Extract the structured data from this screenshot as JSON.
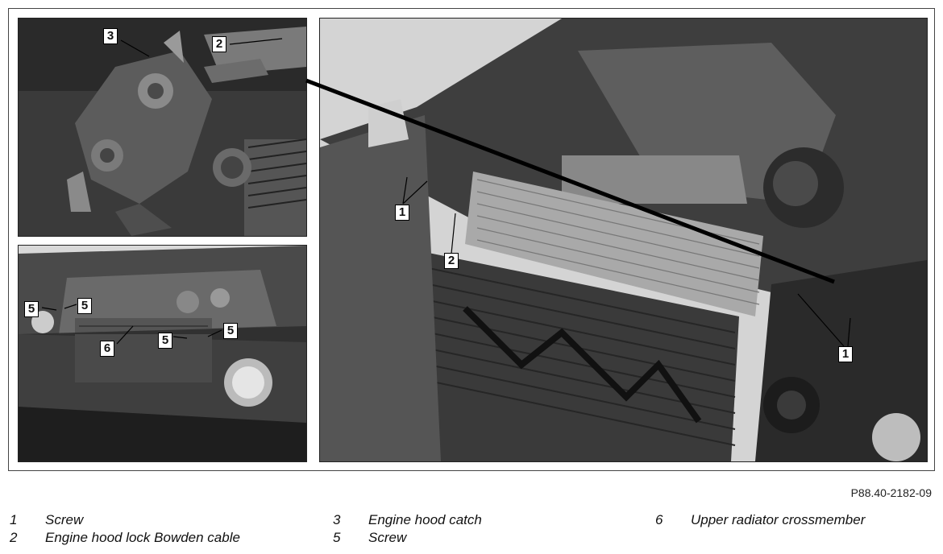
{
  "callouts": {
    "c3": "3",
    "c2a": "2",
    "c5a": "5",
    "c5b": "5",
    "c6": "6",
    "c5c": "5",
    "c5d": "5",
    "c1a": "1",
    "c2b": "2",
    "c1b": "1"
  },
  "figure_ref": "P88.40-2182-09",
  "legend": {
    "col1": [
      {
        "num": "1",
        "text": "Screw"
      },
      {
        "num": "2",
        "text": "Engine hood lock Bowden cable"
      }
    ],
    "col2": [
      {
        "num": "3",
        "text": "Engine hood catch"
      },
      {
        "num": "5",
        "text": "Screw"
      }
    ],
    "col3": [
      {
        "num": "6",
        "text": "Upper radiator crossmember"
      }
    ]
  }
}
